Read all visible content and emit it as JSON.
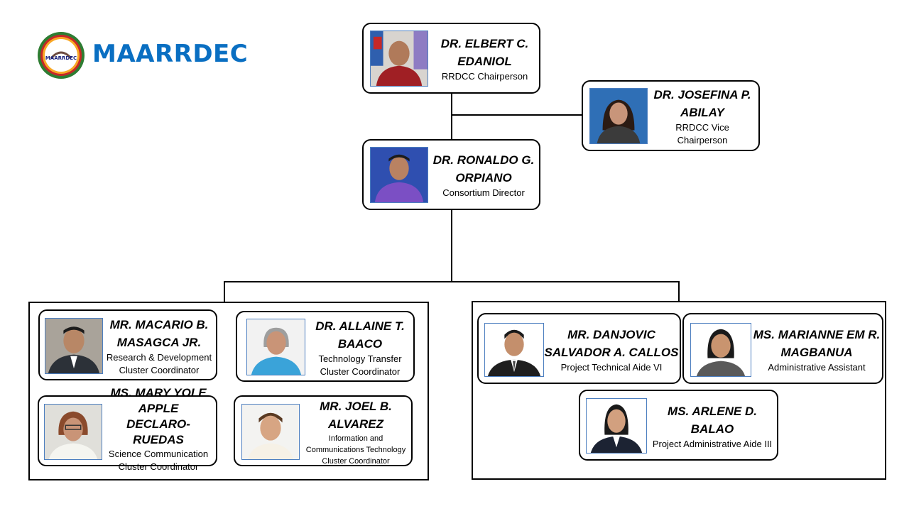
{
  "logo": {
    "brand": "MAARRDEC",
    "seal_text": "MAARRDEC"
  },
  "colors": {
    "brand": "#0a6fc2",
    "photo_border": "#4d7fc0"
  },
  "people": {
    "chair": {
      "name": "DR. ELBERT C. EDANIOL",
      "role": "RRDCC Chairperson"
    },
    "vice": {
      "name": "DR. JOSEFINA P. ABILAY",
      "role": "RRDCC Vice Chairperson"
    },
    "director": {
      "name": "DR. RONALDO G. ORPIANO",
      "role": "Consortium Director"
    },
    "rd": {
      "name": "MR. MACARIO B. MASAGCA JR.",
      "role": "Research & Development Cluster Coordinator"
    },
    "tt": {
      "name": "DR. ALLAINE T. BAACO",
      "role": "Technology Transfer Cluster Coordinator"
    },
    "scicom": {
      "name": "MS. MARY YOLE APPLE DECLARO-RUEDAS",
      "role": "Science Communication Cluster Coordinator"
    },
    "ict": {
      "name": "MR. JOEL B. ALVAREZ",
      "role": "Information and Communications Technology Cluster Coordinator"
    },
    "pta": {
      "name": "MR. DANJOVIC SALVADOR A. CALLOS",
      "role": "Project Technical Aide VI"
    },
    "aa": {
      "name": "MS. MARIANNE EM R. MAGBANUA",
      "role": "Administrative Assistant"
    },
    "paa": {
      "name": "MS. ARLENE D. BALAO",
      "role": "Project Administrative Aide III"
    }
  }
}
